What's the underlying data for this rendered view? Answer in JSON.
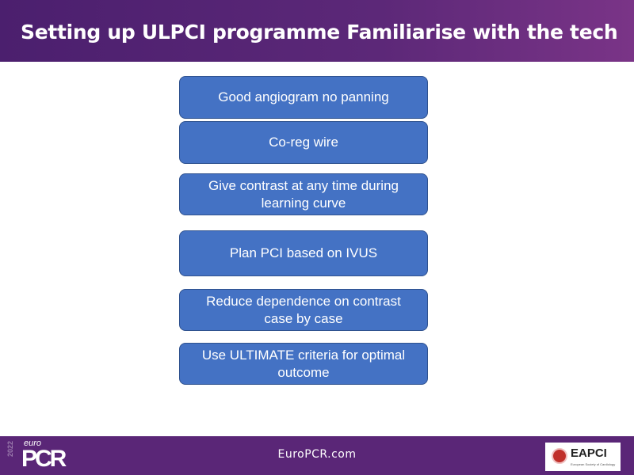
{
  "header": {
    "title": "Setting up ULPCI programme Familiarise with the tech"
  },
  "boxes": [
    "Good angiogram no panning",
    "Co-reg wire",
    "Give contrast at any time during learning curve",
    "Plan PCI based on IVUS",
    "Reduce dependence on contrast case by case",
    "Use ULTIMATE criteria for optimal outcome"
  ],
  "footer": {
    "year": "2022",
    "logo_small": "euro",
    "logo_big": "PCR",
    "website": "EuroPCR.com",
    "partner_logo": "EAPCI",
    "partner_sub": "European Society of Cardiology"
  },
  "colors": {
    "box": "#4472c4",
    "footer": "#5a2677",
    "header": "#5c2878"
  }
}
